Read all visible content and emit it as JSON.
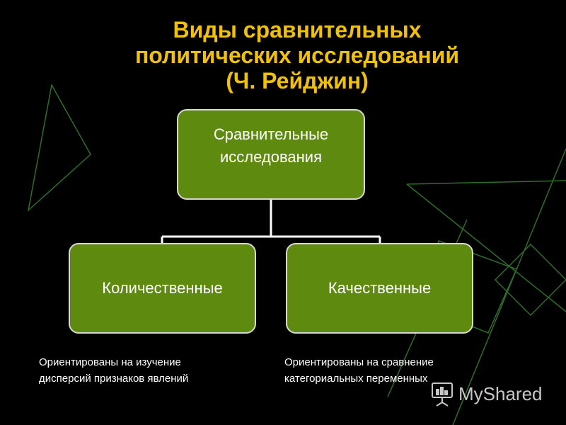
{
  "title": {
    "line1": "Виды сравнительных",
    "line2": "политических исследований",
    "line3": "(Ч. Рейджин)"
  },
  "diagram": {
    "root": {
      "line1": "Сравнительные",
      "line2": "исследования"
    },
    "left": {
      "label": "Количественные"
    },
    "right": {
      "label": "Качественные"
    }
  },
  "notes": {
    "left": {
      "line1": "Ориентированы на изучение",
      "line2": "дисперсий признаков явлений"
    },
    "right": {
      "line1": "Ориентированы на сравнение",
      "line2": "категориальных переменных"
    }
  },
  "watermark": {
    "text": "MyShared",
    "icon": "presentation-board-icon"
  },
  "colors": {
    "background": "#000000",
    "title": "#f2c200",
    "box_fill": "#5e8a0f",
    "box_border": "#d8d8d0",
    "decor_lines": "#2e6e2a"
  }
}
